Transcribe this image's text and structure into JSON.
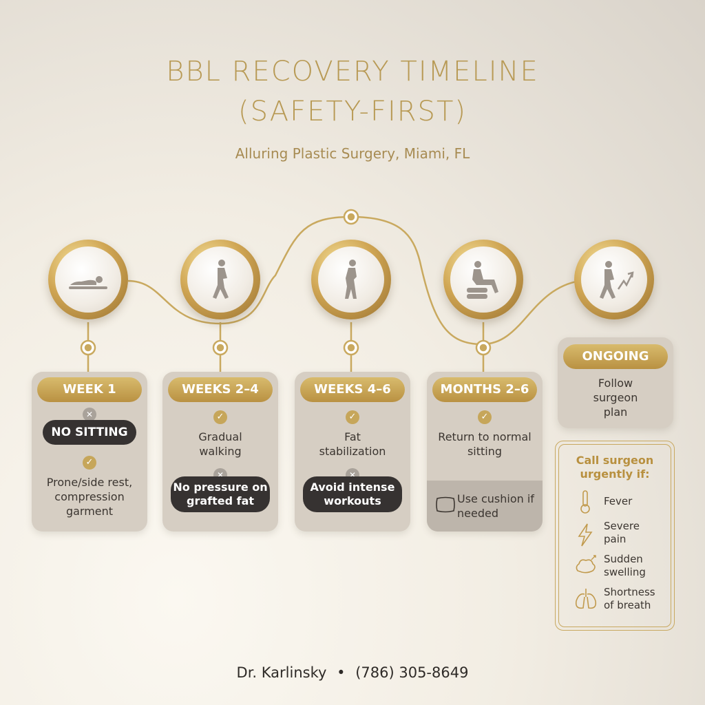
{
  "header": {
    "title_line1": "BBL RECOVERY TIMELINE",
    "title_line2": "(SAFETY-FIRST)",
    "subtitle": "Alluring Plastic Surgery, Miami, FL"
  },
  "stages": [
    {
      "label": "WEEK 1",
      "icon": "lying-prone-icon",
      "dont": "NO SITTING",
      "do": "Prone/side rest, compression garment"
    },
    {
      "label": "WEEKS 2–4",
      "icon": "walking-icon",
      "do": "Gradual walking",
      "dont": "No pressure on grafted fat"
    },
    {
      "label": "WEEKS 4–6",
      "icon": "standing-icon",
      "do": "Fat stabilization",
      "dont": "Avoid intense workouts"
    },
    {
      "label": "MONTHS 2–6",
      "icon": "sitting-cushion-icon",
      "do": "Return to normal sitting",
      "note": "Use cushion if needed"
    },
    {
      "label": "ONGOING",
      "icon": "walking-progress-icon",
      "text": "Follow surgeon plan"
    }
  ],
  "alert": {
    "heading": "Call surgeon urgently if:",
    "items": [
      {
        "icon": "thermometer-icon",
        "text": "Fever"
      },
      {
        "icon": "lightning-icon",
        "text": "Severe pain"
      },
      {
        "icon": "swelling-icon",
        "text": "Sudden swelling"
      },
      {
        "icon": "lungs-icon",
        "text": "Shortness of breath"
      }
    ]
  },
  "footer": {
    "doctor": "Dr. Karlinsky",
    "separator": "•",
    "phone": "(786) 305-8649"
  },
  "colors": {
    "gold": "#c6a65a",
    "dark_pill": "#363231",
    "card": "#d6cec3"
  }
}
